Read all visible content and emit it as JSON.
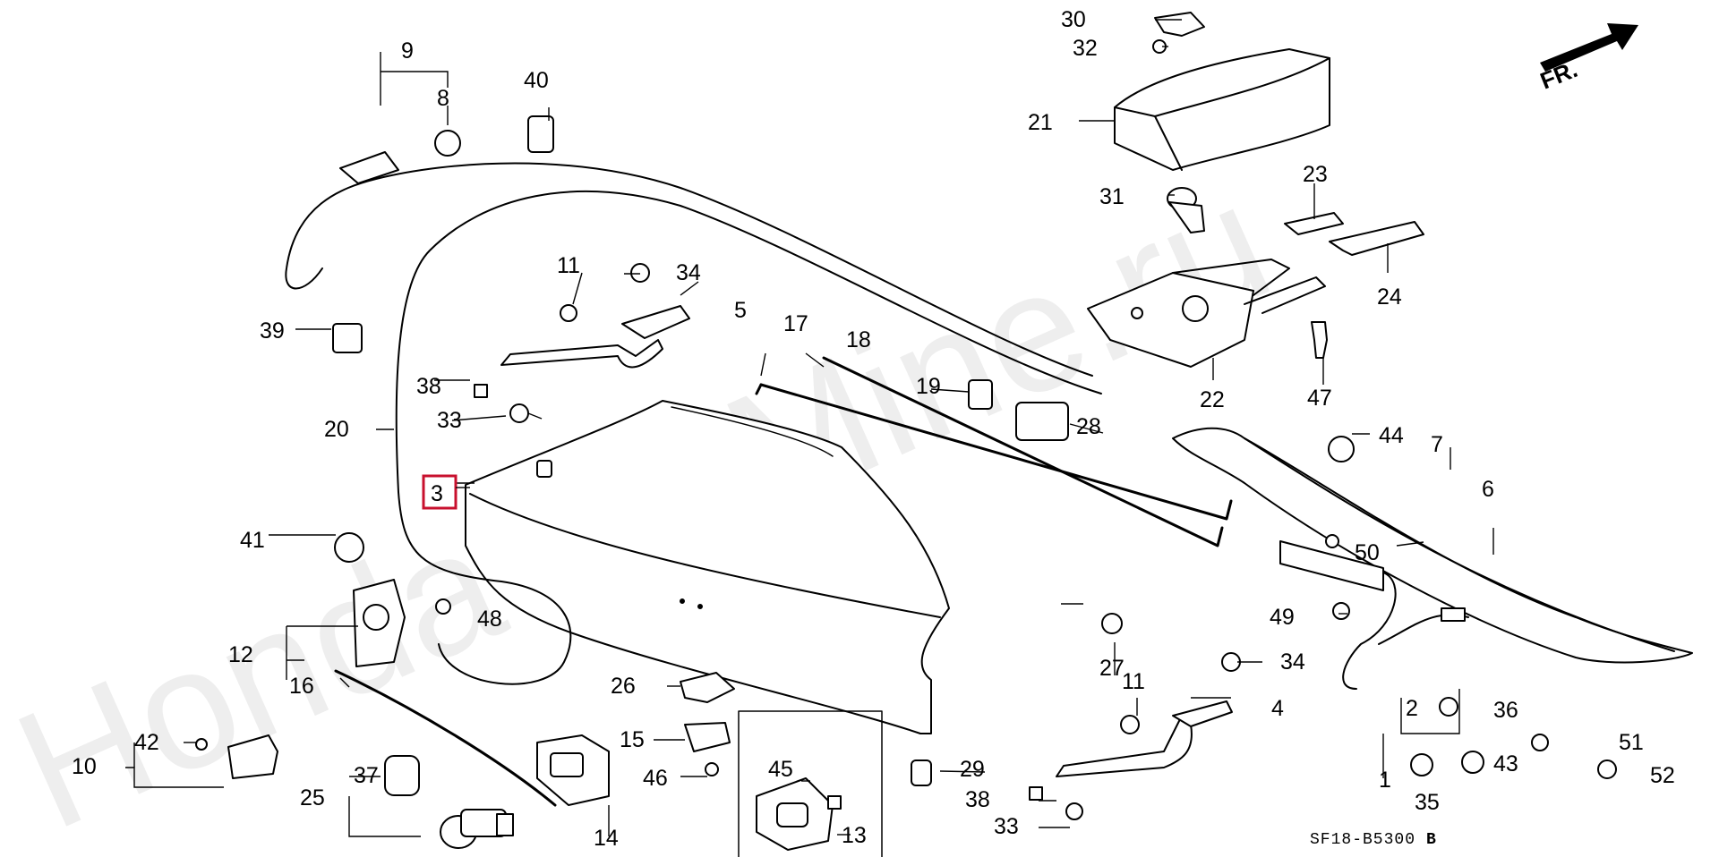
{
  "watermark": "HondaCarMine.ru",
  "direction_label": "FR.",
  "diagram_code": "SF18-B5300",
  "diagram_code_suffix": "B",
  "highlighted_part": "3",
  "callouts": {
    "p1": "1",
    "p2": "2",
    "p3": "3",
    "p4": "4",
    "p5": "5",
    "p6": "6",
    "p7": "7",
    "p8": "8",
    "p9": "9",
    "p10": "10",
    "p11a": "11",
    "p11b": "11",
    "p12": "12",
    "p13": "13",
    "p14": "14",
    "p15": "15",
    "p16": "16",
    "p17": "17",
    "p18": "18",
    "p19": "19",
    "p20": "20",
    "p21": "21",
    "p22": "22",
    "p23": "23",
    "p24": "24",
    "p25": "25",
    "p26": "26",
    "p27": "27",
    "p28": "28",
    "p29": "29",
    "p30": "30",
    "p31": "31",
    "p32": "32",
    "p33a": "33",
    "p33b": "33",
    "p34a": "34",
    "p34b": "34",
    "p35": "35",
    "p36": "36",
    "p37": "37",
    "p38a": "38",
    "p38b": "38",
    "p39": "39",
    "p40": "40",
    "p41": "41",
    "p42": "42",
    "p43": "43",
    "p44": "44",
    "p45": "45",
    "p46": "46",
    "p47": "47",
    "p48": "48",
    "p49": "49",
    "p50": "50",
    "p51": "51",
    "p52": "52"
  }
}
